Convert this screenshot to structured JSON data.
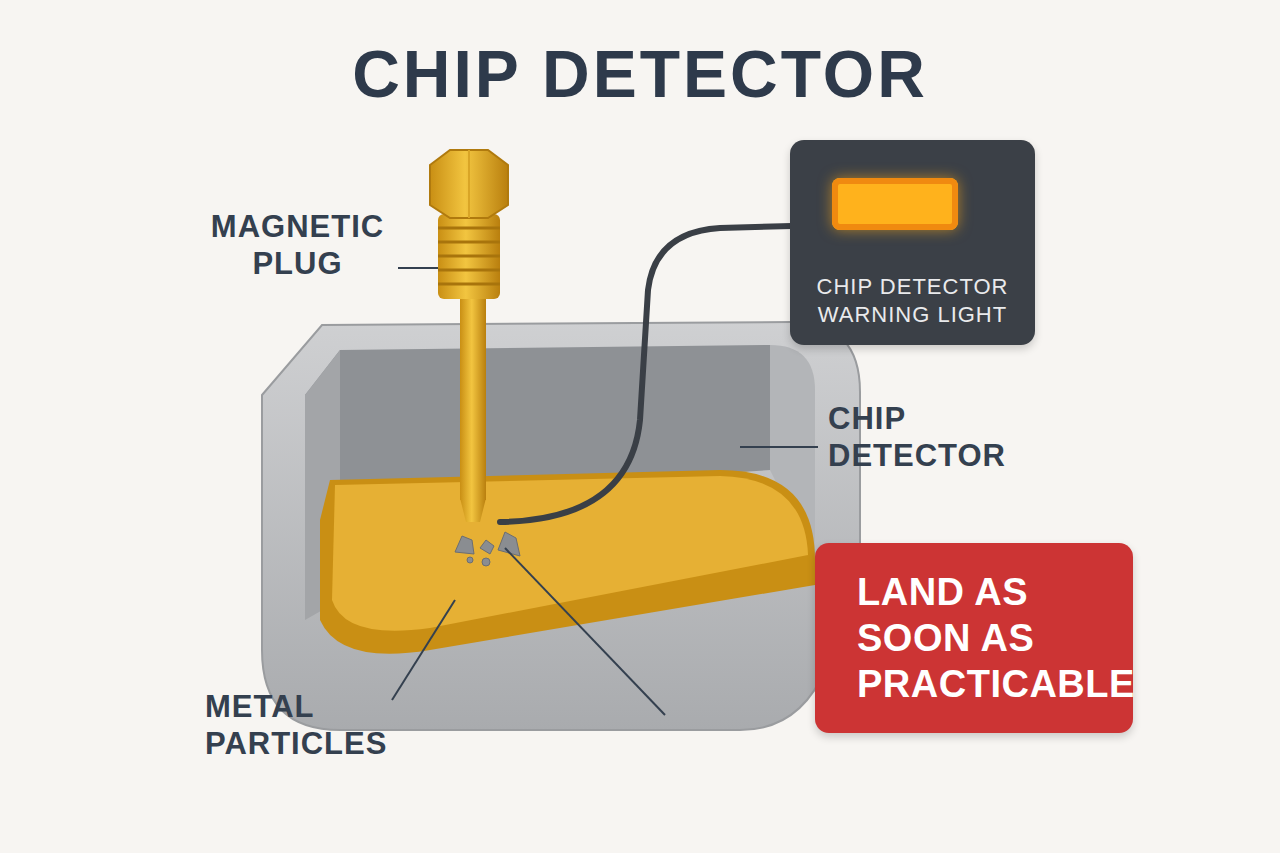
{
  "diagram": {
    "title": "CHIP DETECTOR",
    "nodes": [
      {
        "text": [
          "CHIP DETECTOR WARNING LIGHT"
        ]
      },
      {
        "text": [
          "LAND AS SOON AS PRACTICABLE"
        ]
      }
    ],
    "labels": [
      "MAGNETIC PLUG",
      "CHIP DETECTOR",
      "METAL PARTICLES"
    ]
  }
}
